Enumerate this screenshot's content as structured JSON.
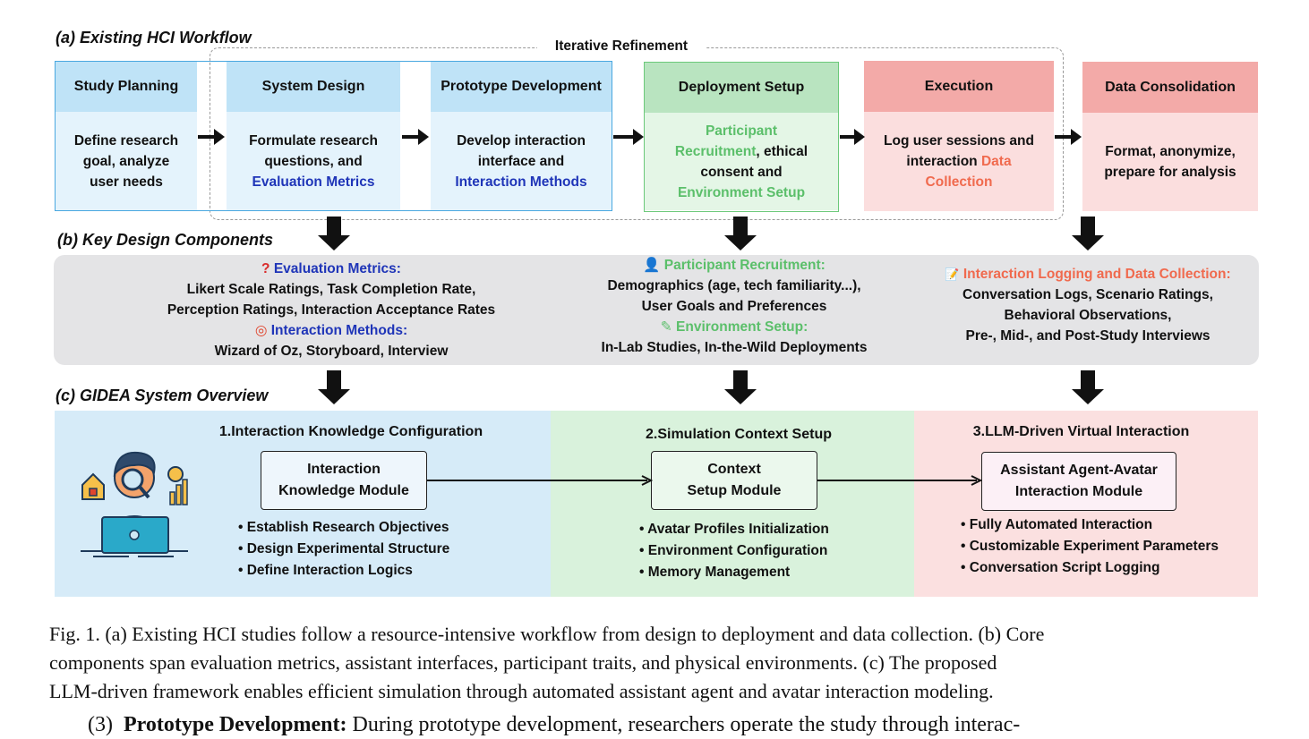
{
  "section_a": {
    "title": "(a) Existing HCI Workflow",
    "iterative_label": "Iterative Refinement",
    "stages": [
      {
        "title": "Study Planning",
        "body": [
          "Define research",
          "goal, analyze",
          "user needs"
        ]
      },
      {
        "title": "System Design",
        "body_l1": "Formulate research",
        "body_l2": "questions, and",
        "body_hl": "Evaluation Metrics"
      },
      {
        "title": "Prototype Development",
        "body_l1": "Develop interaction",
        "body_l2": "interface and",
        "body_hl": "Interaction Methods"
      },
      {
        "title": "Deployment Setup",
        "hl1a": "Participant",
        "hl1b": "Recruitment",
        "rest1": ", ethical",
        "l3": "consent and",
        "hl2": "Environment Setup"
      },
      {
        "title": "Execution",
        "l1": "Log user sessions and",
        "l2": "interaction ",
        "hl1": "Data",
        "hl2": "Collection"
      },
      {
        "title": "Data Consolidation",
        "body": [
          "Format, anonymize,",
          "prepare for analysis"
        ]
      }
    ]
  },
  "section_b": {
    "title": "(b) Key Design Components",
    "col1": {
      "icon1": "?",
      "head1": "Evaluation Metrics:",
      "text1": [
        "Likert Scale Ratings, Task Completion Rate,",
        "Perception Ratings, Interaction Acceptance Rates"
      ],
      "icon2": "◎",
      "head2": "Interaction Methods:",
      "text2": [
        "Wizard of Oz, Storyboard, Interview"
      ]
    },
    "col2": {
      "icon1": "👤",
      "head1": "Participant Recruitment:",
      "text1": [
        "Demographics (age, tech familiarity...),",
        "User Goals and Preferences"
      ],
      "icon2": "✎",
      "head2": "Environment Setup:",
      "text2": [
        "In-Lab Studies, In-the-Wild Deployments"
      ]
    },
    "col3": {
      "icon1": "📝",
      "head1": "Interaction Logging and Data Collection:",
      "text1": [
        "Conversation Logs, Scenario Ratings,",
        "Behavioral Observations,",
        "Pre-, Mid-, and Post-Study Interviews"
      ]
    }
  },
  "section_c": {
    "title": "(c) GIDEA System Overview",
    "panels": [
      {
        "title": "1.Interaction Knowledge Configuration",
        "module": [
          "Interaction",
          "Knowledge Module"
        ],
        "bullets": [
          "• Establish Research Objectives",
          "• Design Experimental Structure",
          "• Define Interaction Logics"
        ]
      },
      {
        "title": "2.Simulation Context Setup",
        "module": [
          "Context",
          "Setup Module"
        ],
        "bullets": [
          "• Avatar Profiles Initialization",
          "• Environment Configuration",
          "• Memory Management"
        ]
      },
      {
        "title": "3.LLM-Driven Virtual Interaction",
        "module": [
          "Assistant Agent-Avatar",
          "Interaction Module"
        ],
        "bullets": [
          "• Fully Automated Interaction",
          "• Customizable Experiment Parameters",
          "• Conversation Script Logging"
        ]
      }
    ]
  },
  "caption": {
    "lines": [
      "Fig. 1.  (a) Existing HCI studies follow a resource-intensive workflow from design to deployment and data collection. (b) Core",
      "components span evaluation metrics, assistant interfaces, participant traits, and physical environments. (c) The proposed",
      "LLM-driven framework enables efficient simulation through automated assistant agent and avatar interaction modeling."
    ],
    "next_num": "(3)",
    "next_bold": "Prototype Development:",
    "next_text": " During prototype development, researchers operate the study through interac-"
  },
  "colors": {
    "blue_head": "#bfe3f7",
    "blue_body": "#e4f3fc",
    "blue_border": "#4aa8e0",
    "green_head": "#b9e4c0",
    "green_body": "#e4f6e6",
    "green_border": "#6cc97a",
    "red_head": "#f3aaa8",
    "red_body": "#fbdede",
    "grey_band": "#e4e4e6",
    "panel_blue": "#d6ebf8",
    "panel_green": "#d9f2dc",
    "panel_red": "#fbe0e0"
  }
}
